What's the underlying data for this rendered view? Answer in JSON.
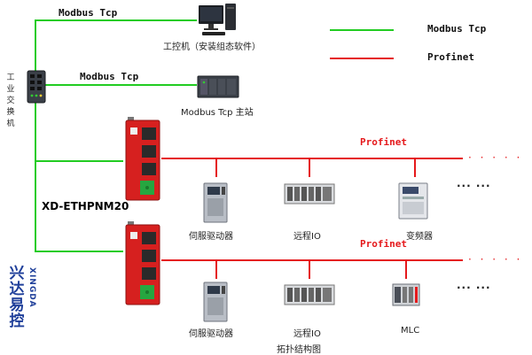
{
  "legend": {
    "green_label": "Modbus Tcp",
    "red_label": "Profinet",
    "green_color": "#22cc22",
    "red_color": "#e5191c"
  },
  "switch": {
    "label_chars": [
      "工",
      "业",
      "交",
      "换",
      "机"
    ]
  },
  "links": {
    "top_protocol": "Modbus Tcp",
    "second_protocol": "Modbus Tcp"
  },
  "pc": {
    "label": "工控机（安装组态软件）"
  },
  "master": {
    "label": "Modbus Tcp 主站"
  },
  "gateway": {
    "model": "XD-ETHPNM20"
  },
  "bus1": {
    "protocol": "Profinet",
    "dots": "· · · · ·",
    "devices": [
      {
        "label": "伺服驱动器",
        "icon": "servo-drive-icon"
      },
      {
        "label": "远程IO",
        "icon": "remote-io-icon"
      },
      {
        "label": "变频器",
        "icon": "inverter-icon"
      }
    ],
    "more": "··· ···"
  },
  "bus2": {
    "protocol": "Profinet",
    "dots": "· · · · ·",
    "devices": [
      {
        "label": "伺服驱动器",
        "icon": "servo-drive-icon"
      },
      {
        "label": "远程IO",
        "icon": "remote-io-icon"
      },
      {
        "label": "MLC",
        "icon": "mlc-icon"
      }
    ],
    "more": "··· ···"
  },
  "caption": "拓扑结构图",
  "brand": {
    "chars": [
      "兴",
      "达",
      "易",
      "控"
    ],
    "side_text": "XINGDA"
  }
}
